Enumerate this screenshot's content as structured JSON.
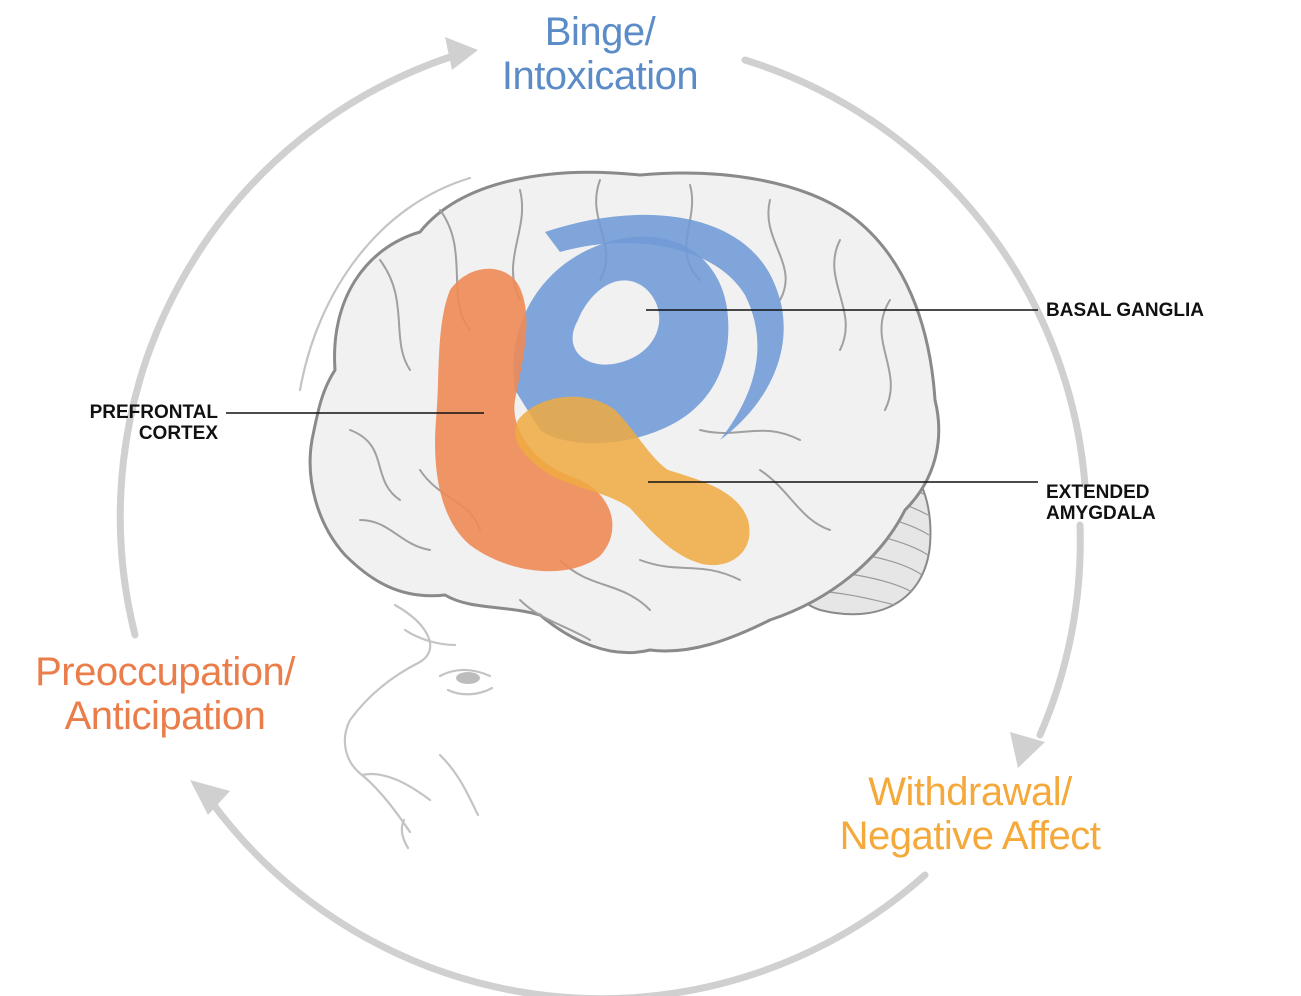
{
  "stages": {
    "binge": {
      "line1": "Binge/",
      "line2": "Intoxication",
      "color": "#5b8cc7"
    },
    "withdrawal": {
      "line1": "Withdrawal/",
      "line2": "Negative Affect",
      "color": "#f4a93a"
    },
    "preoccupation": {
      "line1": "Preoccupation/",
      "line2": "Anticipation",
      "color": "#ea7d4a"
    }
  },
  "regions": {
    "basal_ganglia": {
      "line1": "BASAL GANGLIA",
      "color": "#6f9ad6"
    },
    "prefrontal_cortex": {
      "line1": "PREFRONTAL",
      "line2": "CORTEX",
      "color": "#ee8a55"
    },
    "extended_amygdala": {
      "line1": "EXTENDED",
      "line2": "AMYGDALA",
      "color": "#f0aa40"
    }
  },
  "colors": {
    "cycle_arrow": "#d0d0d0",
    "brain_fill": "#f1f1f1",
    "brain_stroke": "#8a8a8a",
    "outline": "#bdbdbd",
    "leader_line": "#111111"
  },
  "icons": {
    "cycle": "circular-arrows-icon",
    "brain": "brain-illustration",
    "head": "head-profile-outline"
  }
}
